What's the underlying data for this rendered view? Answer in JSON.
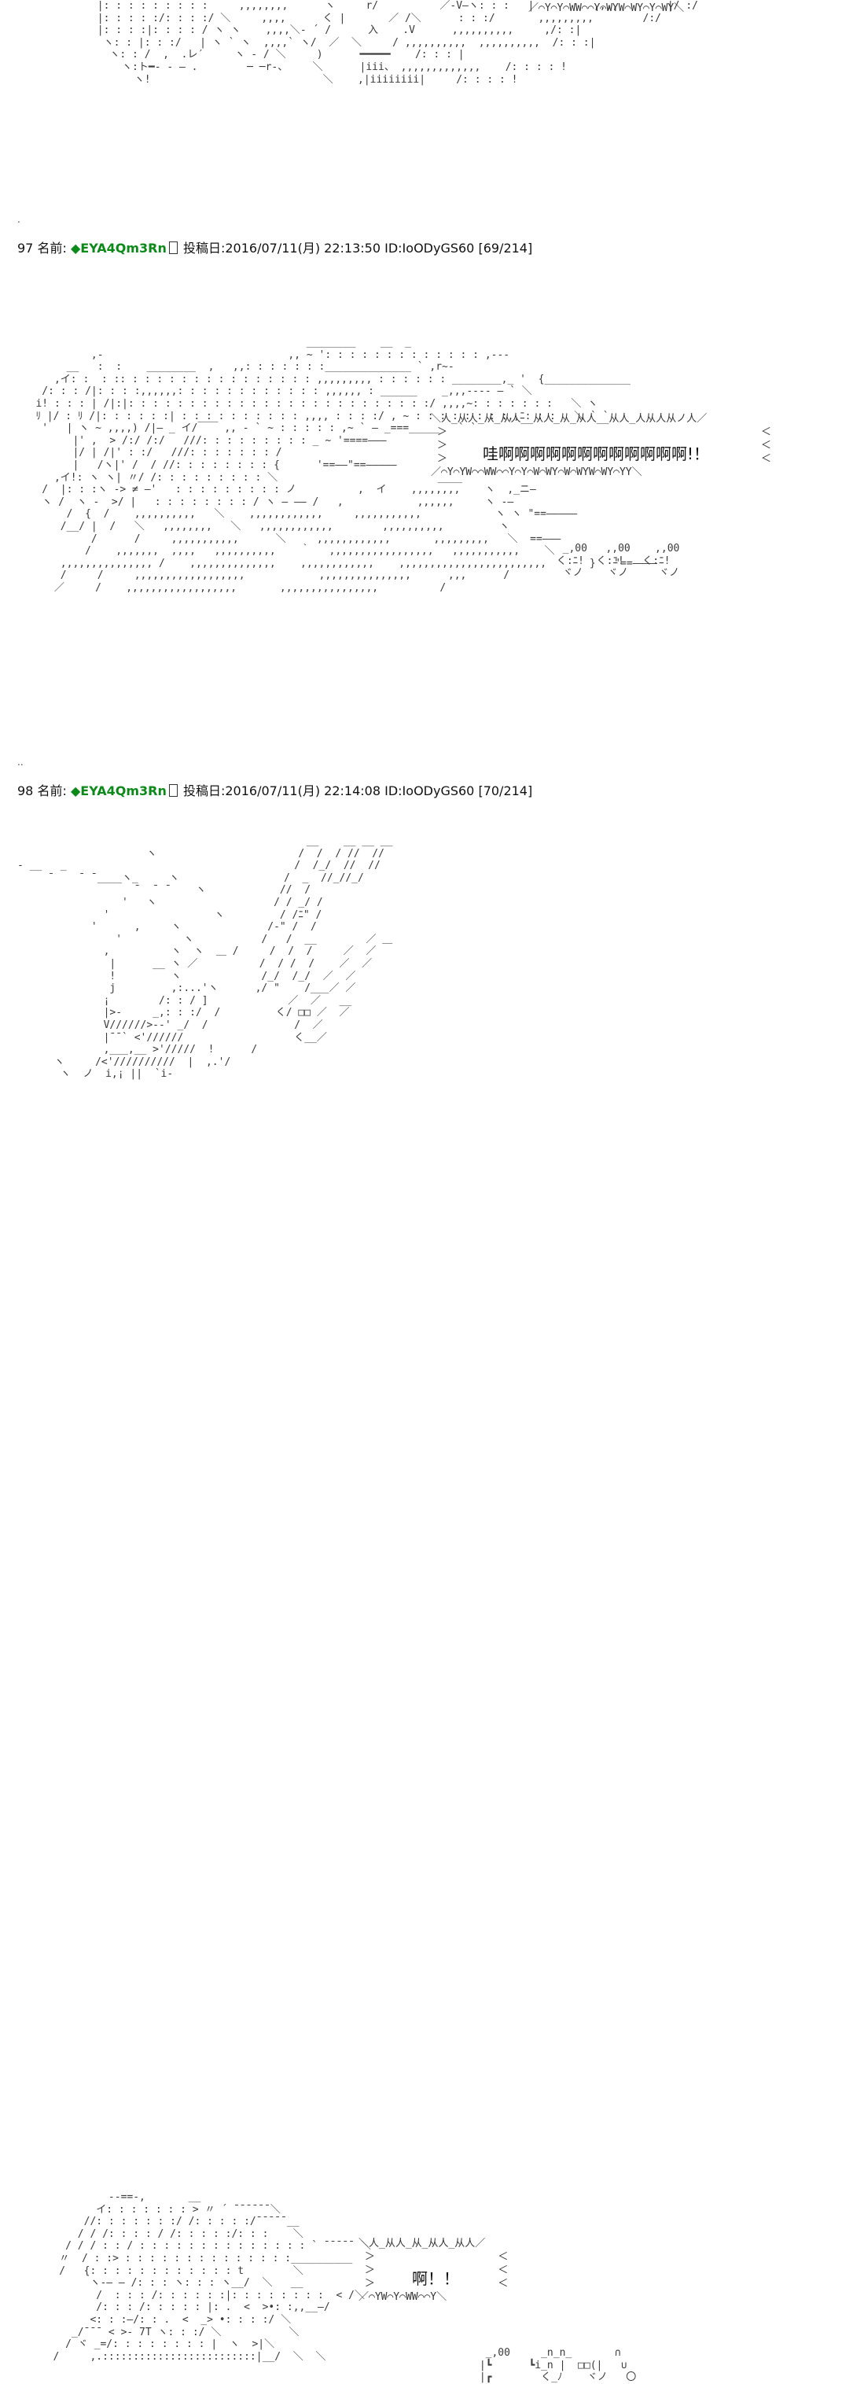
{
  "posts": [
    {
      "number": "97",
      "name_label": "名前:",
      "trip": "◆EYA4Qm3Rn",
      "date_label": "投稿日:",
      "date": "2016/07/11(月) 22:13:50",
      "id": "ID:IoODyGS60",
      "count": "[69/214]",
      "shout": "哇啊啊啊啊啊啊啊啊啊啊啊啊!！"
    },
    {
      "number": "98",
      "name_label": "名前:",
      "trip": "◆EYA4Qm3Rn",
      "date_label": "投稿日:",
      "date": "2016/07/11(月) 22:14:08",
      "id": "ID:IoODyGS60",
      "count": "[70/214]",
      "shout": "啊！！"
    }
  ]
}
